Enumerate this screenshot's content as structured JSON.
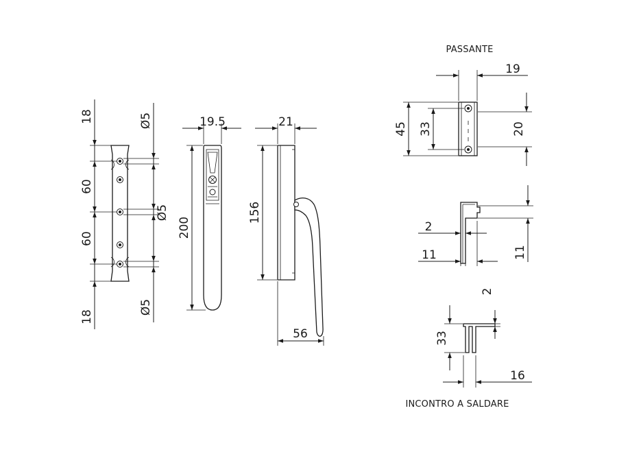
{
  "captions": {
    "passante": "PASSANTE",
    "incontro": "INCONTRO A SALDARE"
  },
  "rod": {
    "dim_top": "18",
    "dim_mid1": "60",
    "dim_mid2": "60",
    "dim_bottom": "18",
    "hole_top": "Ø5",
    "hole_mid": "Ø5",
    "hole_bottom": "Ø5"
  },
  "handle_front": {
    "width": "19.5",
    "length": "200"
  },
  "handle_side": {
    "width": "21",
    "height": "156",
    "depth": "56"
  },
  "passante": {
    "width": "19",
    "height_total": "45",
    "hole_spacing": "33",
    "depth": "20",
    "thickness": "2",
    "base": "11",
    "side_height": "11"
  },
  "incontro": {
    "thickness": "2",
    "height": "33",
    "width": "16"
  }
}
